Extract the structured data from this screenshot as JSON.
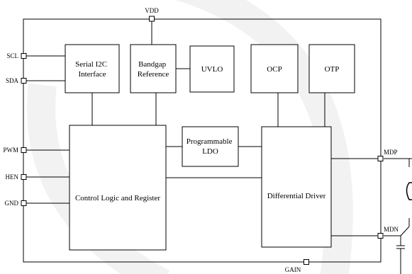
{
  "pins": {
    "vdd": "VDD",
    "scl": "SCL",
    "sda": "SDA",
    "pwm": "PWM",
    "hen": "HEN",
    "gnd": "GND",
    "mdp": "MDP",
    "mdn": "MDN",
    "gain": "GAIN"
  },
  "blocks": {
    "serial_i2c": [
      "Serial I2C",
      "Interface"
    ],
    "bandgap": [
      "Bandgap",
      "Reference"
    ],
    "uvlo": "UVLO",
    "ocp": "OCP",
    "otp": "OTP",
    "ldo": [
      "Programmable",
      "LDO"
    ],
    "control": "Control Logic and Register",
    "driver": "Differential Driver"
  }
}
